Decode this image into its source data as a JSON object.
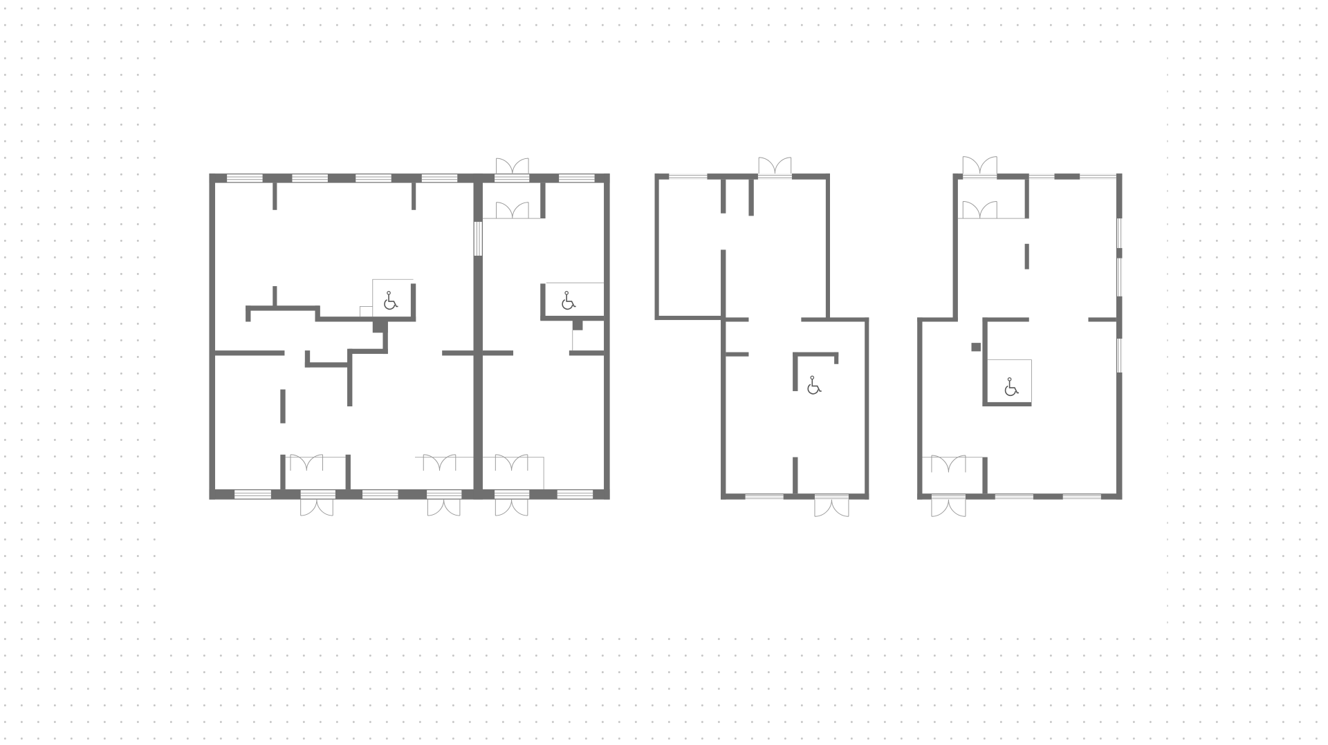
{
  "colors": {
    "wall": "#6f6f6f",
    "background": "#ffffff",
    "dot": "#c4c4c4",
    "fixture_line": "#9a9a9a"
  },
  "plans": [
    {
      "name": "floor-plan-1",
      "icons": [
        "wheelchair-accessible-icon",
        "wheelchair-accessible-icon"
      ]
    },
    {
      "name": "floor-plan-2",
      "icons": [
        "wheelchair-accessible-icon"
      ]
    },
    {
      "name": "floor-plan-3",
      "icons": [
        "wheelchair-accessible-icon"
      ]
    }
  ],
  "background_pattern": "dot-grid"
}
